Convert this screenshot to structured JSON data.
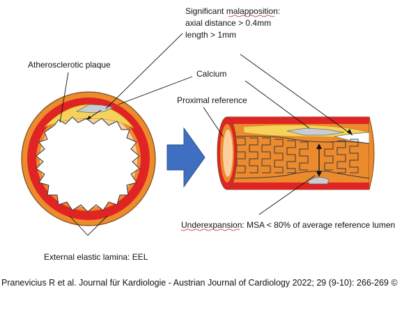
{
  "labels": {
    "malapposition_1": "Significant malapposition:",
    "malapposition_2": "axial distance > 0.4mm",
    "malapposition_3": "length > 1mm",
    "plaque": "Atherosclerotic plaque",
    "calcium": "Calcium",
    "proximal": "Proximal reference",
    "underexpansion": "Underexpansion: MSA < 80% of average reference lumen",
    "eel": "External elastic lamina: EEL"
  },
  "citation": "Pranevicius R et al. Journal für Kardiologie - Austrian Journal of Cardiology 2022; 29 (9-10): 266-269 ©",
  "colors": {
    "adventitia_orange": "#ec8a2e",
    "media_red": "#e02424",
    "plaque_yellow": "#f7d25a",
    "lumen_peach": "#f7b57a",
    "lumen_peach_light": "#fbcf9e",
    "calcium_gray": "#c9ccd1",
    "arrow_blue": "#3f6fc0",
    "stent_outline": "#3a3a3a"
  }
}
